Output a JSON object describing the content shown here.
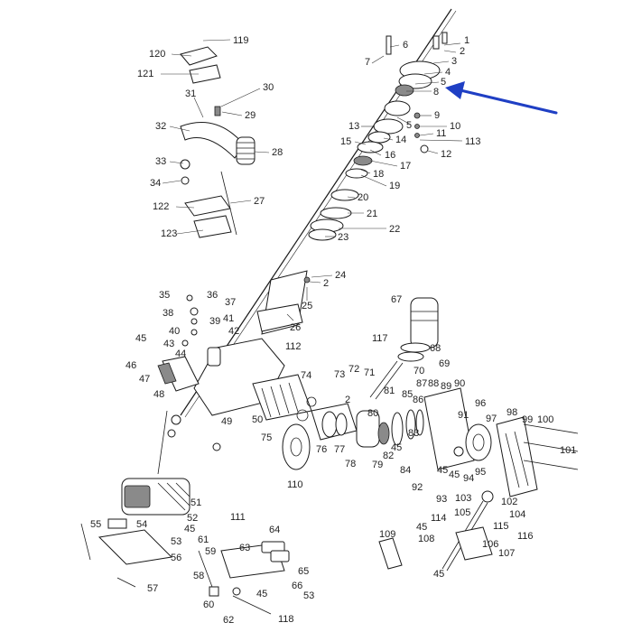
{
  "diagram": {
    "callout_labels": [
      "1",
      "2",
      "3",
      "4",
      "5",
      "6",
      "7",
      "8",
      "5",
      "9",
      "10",
      "11",
      "113",
      "12",
      "13",
      "14",
      "15",
      "16",
      "17",
      "18",
      "19",
      "20",
      "21",
      "22",
      "23",
      "24",
      "2",
      "25",
      "26",
      "119",
      "120",
      "121",
      "30",
      "31",
      "29",
      "32",
      "28",
      "33",
      "34",
      "27",
      "122",
      "123",
      "35",
      "36",
      "37",
      "38",
      "39",
      "40",
      "41",
      "42",
      "43",
      "44",
      "45",
      "46",
      "47",
      "48",
      "112",
      "49",
      "50",
      "67",
      "117",
      "68",
      "69",
      "70",
      "71",
      "72",
      "73",
      "74",
      "2",
      "75",
      "76",
      "77",
      "78",
      "79",
      "80",
      "81",
      "85",
      "82",
      "83",
      "84",
      "86",
      "87",
      "88",
      "89",
      "90",
      "91",
      "92",
      "93",
      "94",
      "95",
      "96",
      "97",
      "98",
      "99",
      "100",
      "101",
      "45",
      "45",
      "45",
      "110",
      "51",
      "52",
      "45",
      "53",
      "54",
      "55",
      "56",
      "57",
      "111",
      "61",
      "59",
      "58",
      "60",
      "62",
      "118",
      "63",
      "64",
      "65",
      "66",
      "53",
      "45",
      "109",
      "103",
      "102",
      "104",
      "105",
      "114",
      "115",
      "45",
      "108",
      "116",
      "106",
      "107",
      "45"
    ],
    "highlight_arrow_color": "#1f3fc4",
    "line_color": "#1a1a1a"
  }
}
